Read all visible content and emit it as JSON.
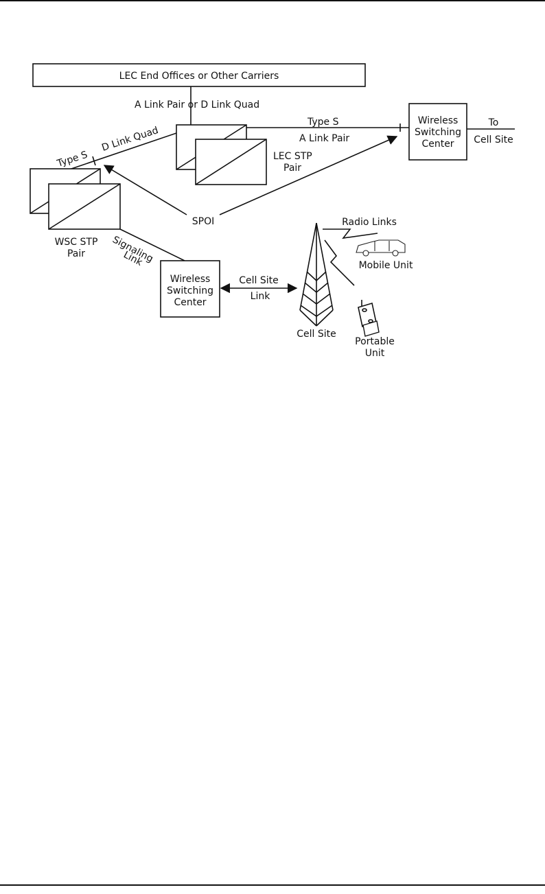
{
  "labels": {
    "lec_end_offices": "LEC End Offices or Other Carriers",
    "a_link_pair_or_d_link_quad": "A Link Pair or D Link Quad",
    "type_s_top": "Type S",
    "a_link_pair": "A Link Pair",
    "type_s_left": "Type S",
    "d_link_quad": "D Link Quad",
    "lec_stp_pair_1": "LEC STP",
    "lec_stp_pair_2": "Pair",
    "wsc_top_1": "Wireless",
    "wsc_top_2": "Switching",
    "wsc_top_3": "Center",
    "to": "To",
    "cell_site_right": "Cell Site",
    "spoi": "SPOI",
    "wsc_stp_pair_1": "WSC STP",
    "wsc_stp_pair_2": "Pair",
    "signaling": "Signaling",
    "link": "Link",
    "wsc_bottom_1": "Wireless",
    "wsc_bottom_2": "Switching",
    "wsc_bottom_3": "Center",
    "cell_site_link_1": "Cell Site",
    "cell_site_link_2": "Link",
    "radio_links": "Radio Links",
    "mobile_unit": "Mobile Unit",
    "cell_site": "Cell Site",
    "portable_unit_1": "Portable",
    "portable_unit_2": "Unit"
  }
}
